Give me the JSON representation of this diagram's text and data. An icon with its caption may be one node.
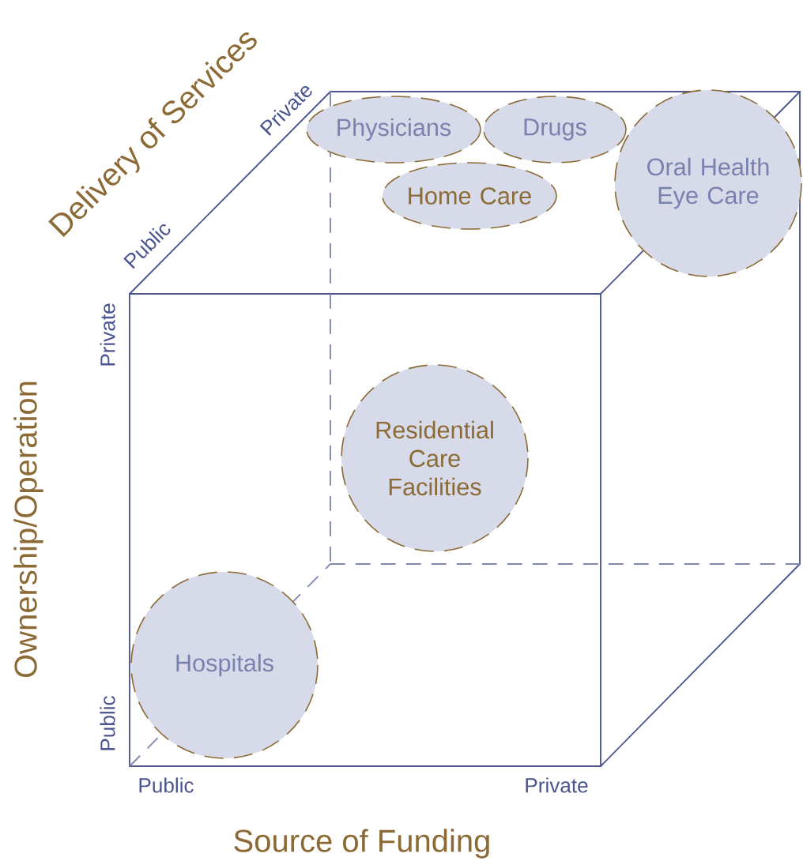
{
  "diagram": {
    "nodes": [
      {
        "text": [
          "Physicians"
        ]
      },
      {
        "text": [
          "Drugs"
        ]
      },
      {
        "text": [
          "Home Care"
        ]
      },
      {
        "text": [
          "Oral Health Eye Care"
        ]
      },
      {
        "text": [
          "Residential Care Facilities"
        ]
      },
      {
        "text": [
          "Hospitals"
        ]
      }
    ],
    "labels": [
      "Delivery of Services",
      "Private",
      "Public",
      "Private",
      "Ownership/Operation",
      "Public",
      "Public",
      "Private",
      "Source of Funding"
    ]
  }
}
